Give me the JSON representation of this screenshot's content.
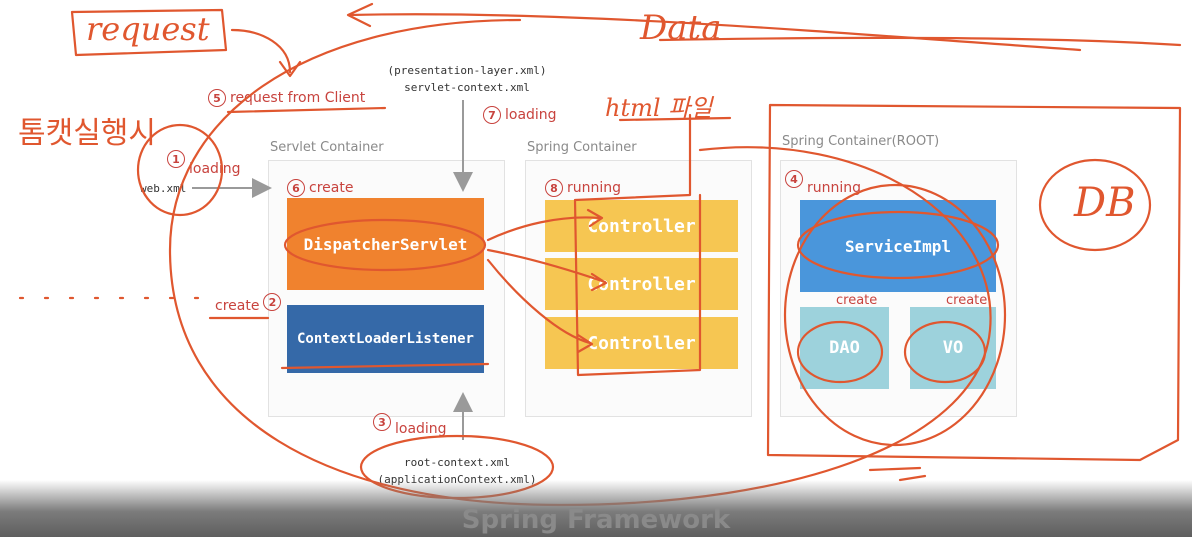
{
  "containers": {
    "servlet": "Servlet Container",
    "spring": "Spring Container",
    "root": "Spring Container(ROOT)"
  },
  "blocks": {
    "dispatcher": "DispatcherServlet",
    "listener": "ContextLoaderListener",
    "controllers": [
      "Controller",
      "Controller",
      "Controller"
    ],
    "service": "ServiceImpl",
    "dao": "DAO",
    "vo": "VO"
  },
  "steps": [
    {
      "num": "1",
      "label": "loading"
    },
    {
      "num": "2",
      "label": "create"
    },
    {
      "num": "3",
      "label": "loading"
    },
    {
      "num": "4",
      "label": "running"
    },
    {
      "num": "5",
      "label": "request from Client"
    },
    {
      "num": "6",
      "label": "create"
    },
    {
      "num": "7",
      "label": "loading"
    },
    {
      "num": "8",
      "label": "running"
    }
  ],
  "root_create_labels": [
    "create",
    "create"
  ],
  "files": {
    "webxml": "web.xml",
    "presentation_line1": "(presentation-layer.xml)",
    "presentation_line2": "servlet-context.xml",
    "root_line1": "root-context.xml",
    "root_line2": "(applicationContext.xml)"
  },
  "handwriting": {
    "request": "request",
    "data": "Data",
    "html": "html 파일",
    "korean": "톰캣실행시",
    "db": "DB"
  },
  "footer_title": "Spring Framework",
  "colors": {
    "annotation": "#e0572f",
    "orange": "#f0822e",
    "blue": "#3569a8",
    "yellow": "#f6c652"
  }
}
